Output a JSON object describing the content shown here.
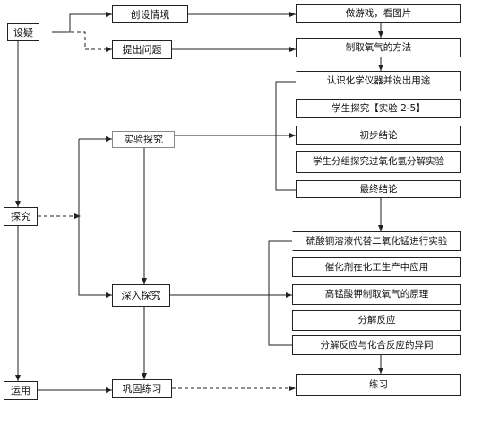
{
  "phases": {
    "setup": "设疑",
    "explore": "探究",
    "apply": "运用"
  },
  "activities": {
    "create_scene": "创设情境",
    "raise_question": "提出问题",
    "experiment_inquiry": "实验探究",
    "deep_inquiry": "深入探究",
    "consolidate": "巩固练习"
  },
  "steps": {
    "game_pictures": "做游戏，看图片",
    "oxygen_methods": "制取氧气的方法",
    "know_instruments": "认识化学仪器并说出用途",
    "student_inquiry": "学生探究【实验 2-5】",
    "initial_conclusion": "初步结论",
    "group_h2o2": "学生分组探究过氧化氢分解实验",
    "final_conclusion": "最终结论",
    "cuso4_replace": "硫酸铜溶液代替二氧化锰进行实验",
    "catalyst_industry": "催化剂在化工生产中应用",
    "kmno4_principle": "高锰酸钾制取氧气的原理",
    "decomposition": "分解反应",
    "decomp_vs_combination": "分解反应与化合反应的异同",
    "exercise": "练习"
  }
}
